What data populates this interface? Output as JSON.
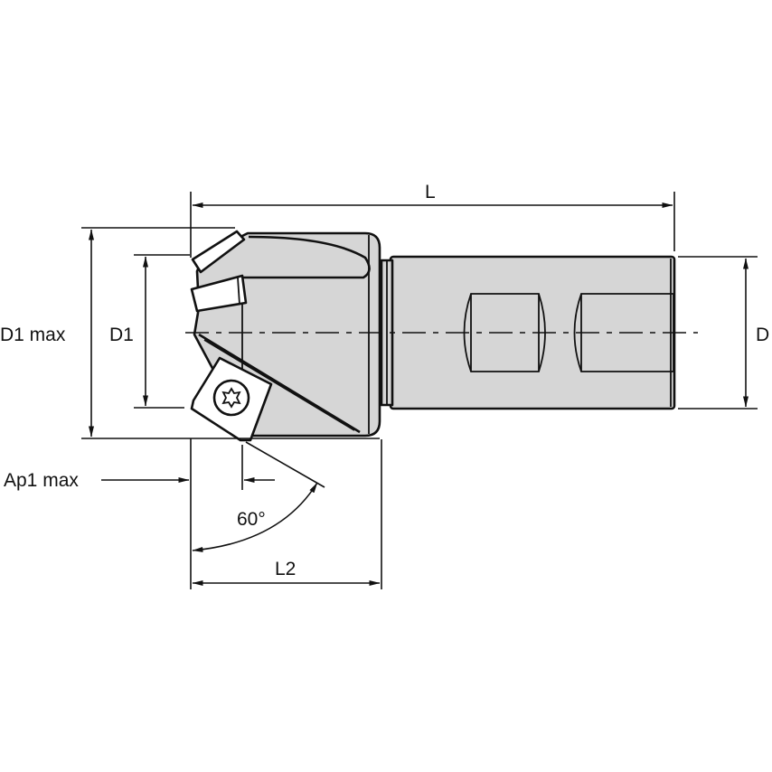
{
  "drawing": {
    "title": "Chamfer milling cutter with square-shank insert — dimension drawing",
    "colors": {
      "body_fill": "#d6d6d6",
      "line": "#111111",
      "insert_fill": "#ffffff",
      "background": "#ffffff"
    }
  },
  "labels": {
    "overall_length": "L",
    "d1_max": "D1 max",
    "d1": "D1",
    "shank_diameter": "D",
    "ap1_max": "Ap1 max",
    "angle": "60°",
    "l2": "L2"
  },
  "icons": {
    "insert_screw": "torx-screw-icon",
    "arrowhead": "dimension-arrow-icon"
  }
}
